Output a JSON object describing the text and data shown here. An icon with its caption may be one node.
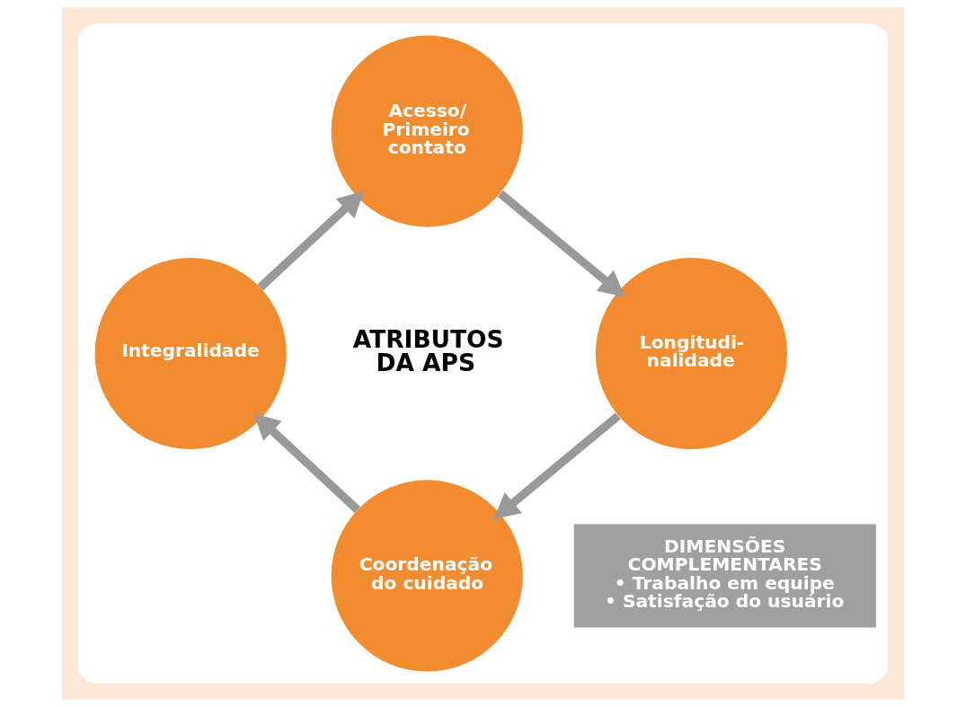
{
  "diagram": {
    "nodes": [
      {
        "text": [],
        "shape": "box"
      },
      {
        "text": [
          "Acesso/ Primeiro contato"
        ],
        "in": 0
      },
      {
        "text": [
          "Longitudi- nalidade"
        ],
        "in": 0
      },
      {
        "text": [
          "Coordenação do cuidado"
        ],
        "in": 0
      },
      {
        "text": [
          "Integralidade"
        ],
        "in": 0
      },
      {
        "text": [
          "DIMENSÕES COMPLEMENTARES",
          "• Trabalho em equipe",
          "• Satisfação do usuário"
        ],
        "in": 0
      }
    ],
    "edges": [
      {
        "from": 1,
        "to": 2,
        "arrow": "to"
      },
      {
        "from": 2,
        "to": 3,
        "arrow": "to"
      },
      {
        "from": 3,
        "to": 4,
        "arrow": "to"
      },
      {
        "from": 4,
        "to": 1,
        "arrow": "to"
      }
    ],
    "labels": [
      "ATRIBUTOS DA APS"
    ]
  }
}
